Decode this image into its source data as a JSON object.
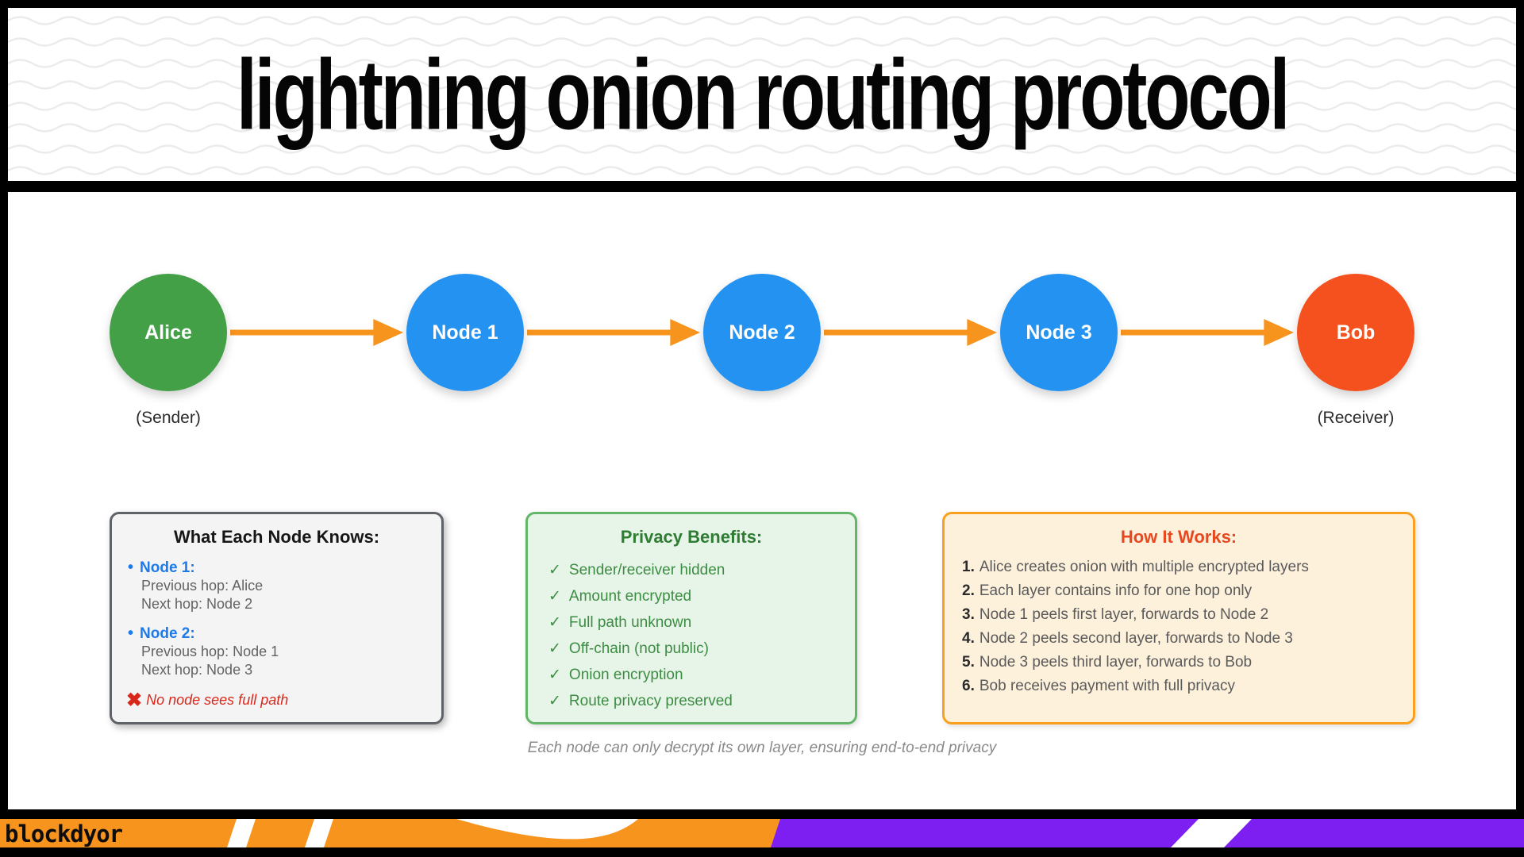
{
  "title": "lightning onion routing protocol",
  "flow": {
    "nodes": [
      {
        "label": "Alice",
        "sub": "(Sender)"
      },
      {
        "label": "Node 1"
      },
      {
        "label": "Node 2"
      },
      {
        "label": "Node 3"
      },
      {
        "label": "Bob",
        "sub": "(Receiver)"
      }
    ]
  },
  "cards": {
    "node_knowledge": {
      "title": "What Each Node Knows:",
      "entries": [
        {
          "name": "Node 1:",
          "lines": [
            "Previous hop: Alice",
            "Next hop: Node 2"
          ]
        },
        {
          "name": "Node 2:",
          "lines": [
            "Previous hop: Node 1",
            "Next hop: Node 3"
          ]
        }
      ],
      "warning": "No node sees full path"
    },
    "privacy": {
      "title": "Privacy Benefits:",
      "items": [
        "Sender/receiver hidden",
        "Amount encrypted",
        "Full path unknown",
        "Off-chain (not public)",
        "Onion encryption",
        "Route privacy preserved"
      ]
    },
    "how": {
      "title": "How It Works:",
      "steps": [
        {
          "num": "1.",
          "text": "Alice creates onion with multiple encrypted layers"
        },
        {
          "num": "2.",
          "text": "Each layer contains info for one hop only"
        },
        {
          "num": "3.",
          "text": "Node 1 peels first layer, forwards to Node 2"
        },
        {
          "num": "4.",
          "text": "Node 2 peels second layer, forwards to Node 3"
        },
        {
          "num": "5.",
          "text": "Node 3 peels third layer, forwards to Bob"
        },
        {
          "num": "6.",
          "text": "Bob receives payment with full privacy"
        }
      ]
    }
  },
  "caption": "Each node can only decrypt its own layer, ensuring end-to-end privacy",
  "footer": {
    "brand": "blockdyor"
  },
  "icons": {
    "bullet": "•",
    "check": "✓",
    "cross": "✖"
  },
  "colors": {
    "sender_node": "#43a047",
    "relay_node": "#2492f0",
    "receiver_node": "#f4511e",
    "arrow": "#f7941e",
    "knowledge_border": "#5f6368",
    "privacy_green": "#2e7d32",
    "how_orange": "#e8471f",
    "footer_orange": "#f7941e",
    "footer_purple": "#7c1ff0"
  }
}
